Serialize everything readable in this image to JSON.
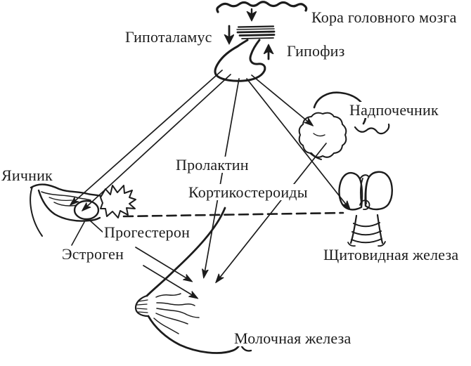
{
  "diagram": {
    "labels": {
      "cortex": "Кора головного мозга",
      "hypothalamus": "Гипоталамус",
      "pituitary": "Гипофиз",
      "adrenal": "Надпочечник",
      "ovary": "Яичник",
      "prolactin": "Пролактин",
      "corticosteroids": "Кортикостероиды",
      "progesterone": "Прогестерон",
      "estrogen": "Эстроген",
      "thyroid": "Щитовидная железа",
      "mammary": "Молочная железа"
    },
    "connections": [
      "Кора головного мозга → Гипоталамус",
      "Гипоталамус → Гипофиз",
      "Гипофиз → Гипоталамус",
      "Гипофиз → Яичник",
      "Гипофиз → Надпочечник",
      "Гипофиз → Щитовидная железа",
      "Гипофиз → Молочная железа (Пролактин)",
      "Надпочечник → Молочная железа (Кортикостероиды)",
      "Яичник → Молочная железа (Прогестерон)",
      "Яичник → Молочная железа (Эстроген)",
      "Яичник ⇢ Щитовидная железа (пунктир)"
    ],
    "colors": {
      "ink": "#1c1c1c",
      "background": "#ffffff"
    }
  }
}
